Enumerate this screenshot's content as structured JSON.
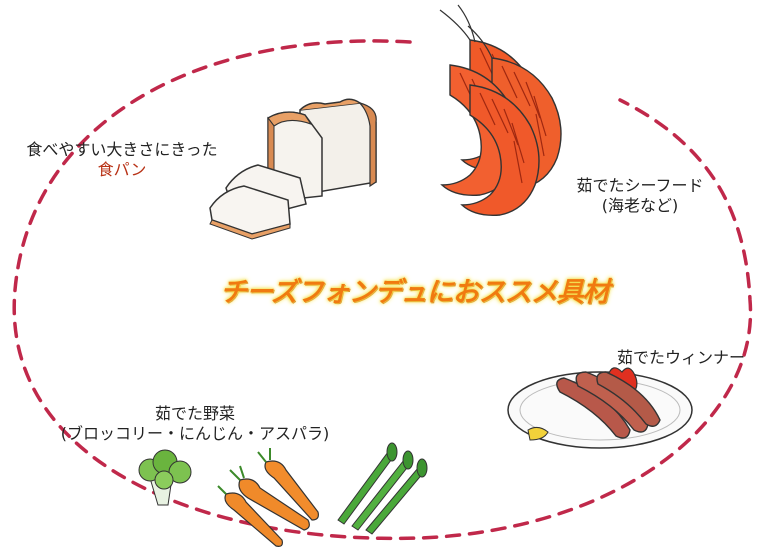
{
  "title": "チーズフォンデュにおススメ具材",
  "items": {
    "bread": {
      "line1": "食べやすい大きさにきった",
      "line2": "食パン"
    },
    "seafood": {
      "line1": "茹でたシーフード",
      "line2": "(海老など)"
    },
    "sausage": {
      "line1": "茹でたウィンナー"
    },
    "vegetables": {
      "line1": "茹でた野菜",
      "line2": "(ブロッコリー・にんじん・アスパラ)"
    }
  },
  "colors": {
    "dashed_circle": "#c0284a",
    "title_text": "#f07a10",
    "title_glow": "#f5e14a",
    "label_highlight": "#b83216",
    "shrimp": "#f05a28",
    "carrot": "#f08a2a",
    "asparagus": "#4aa83a",
    "sausage": "#b8584a"
  }
}
